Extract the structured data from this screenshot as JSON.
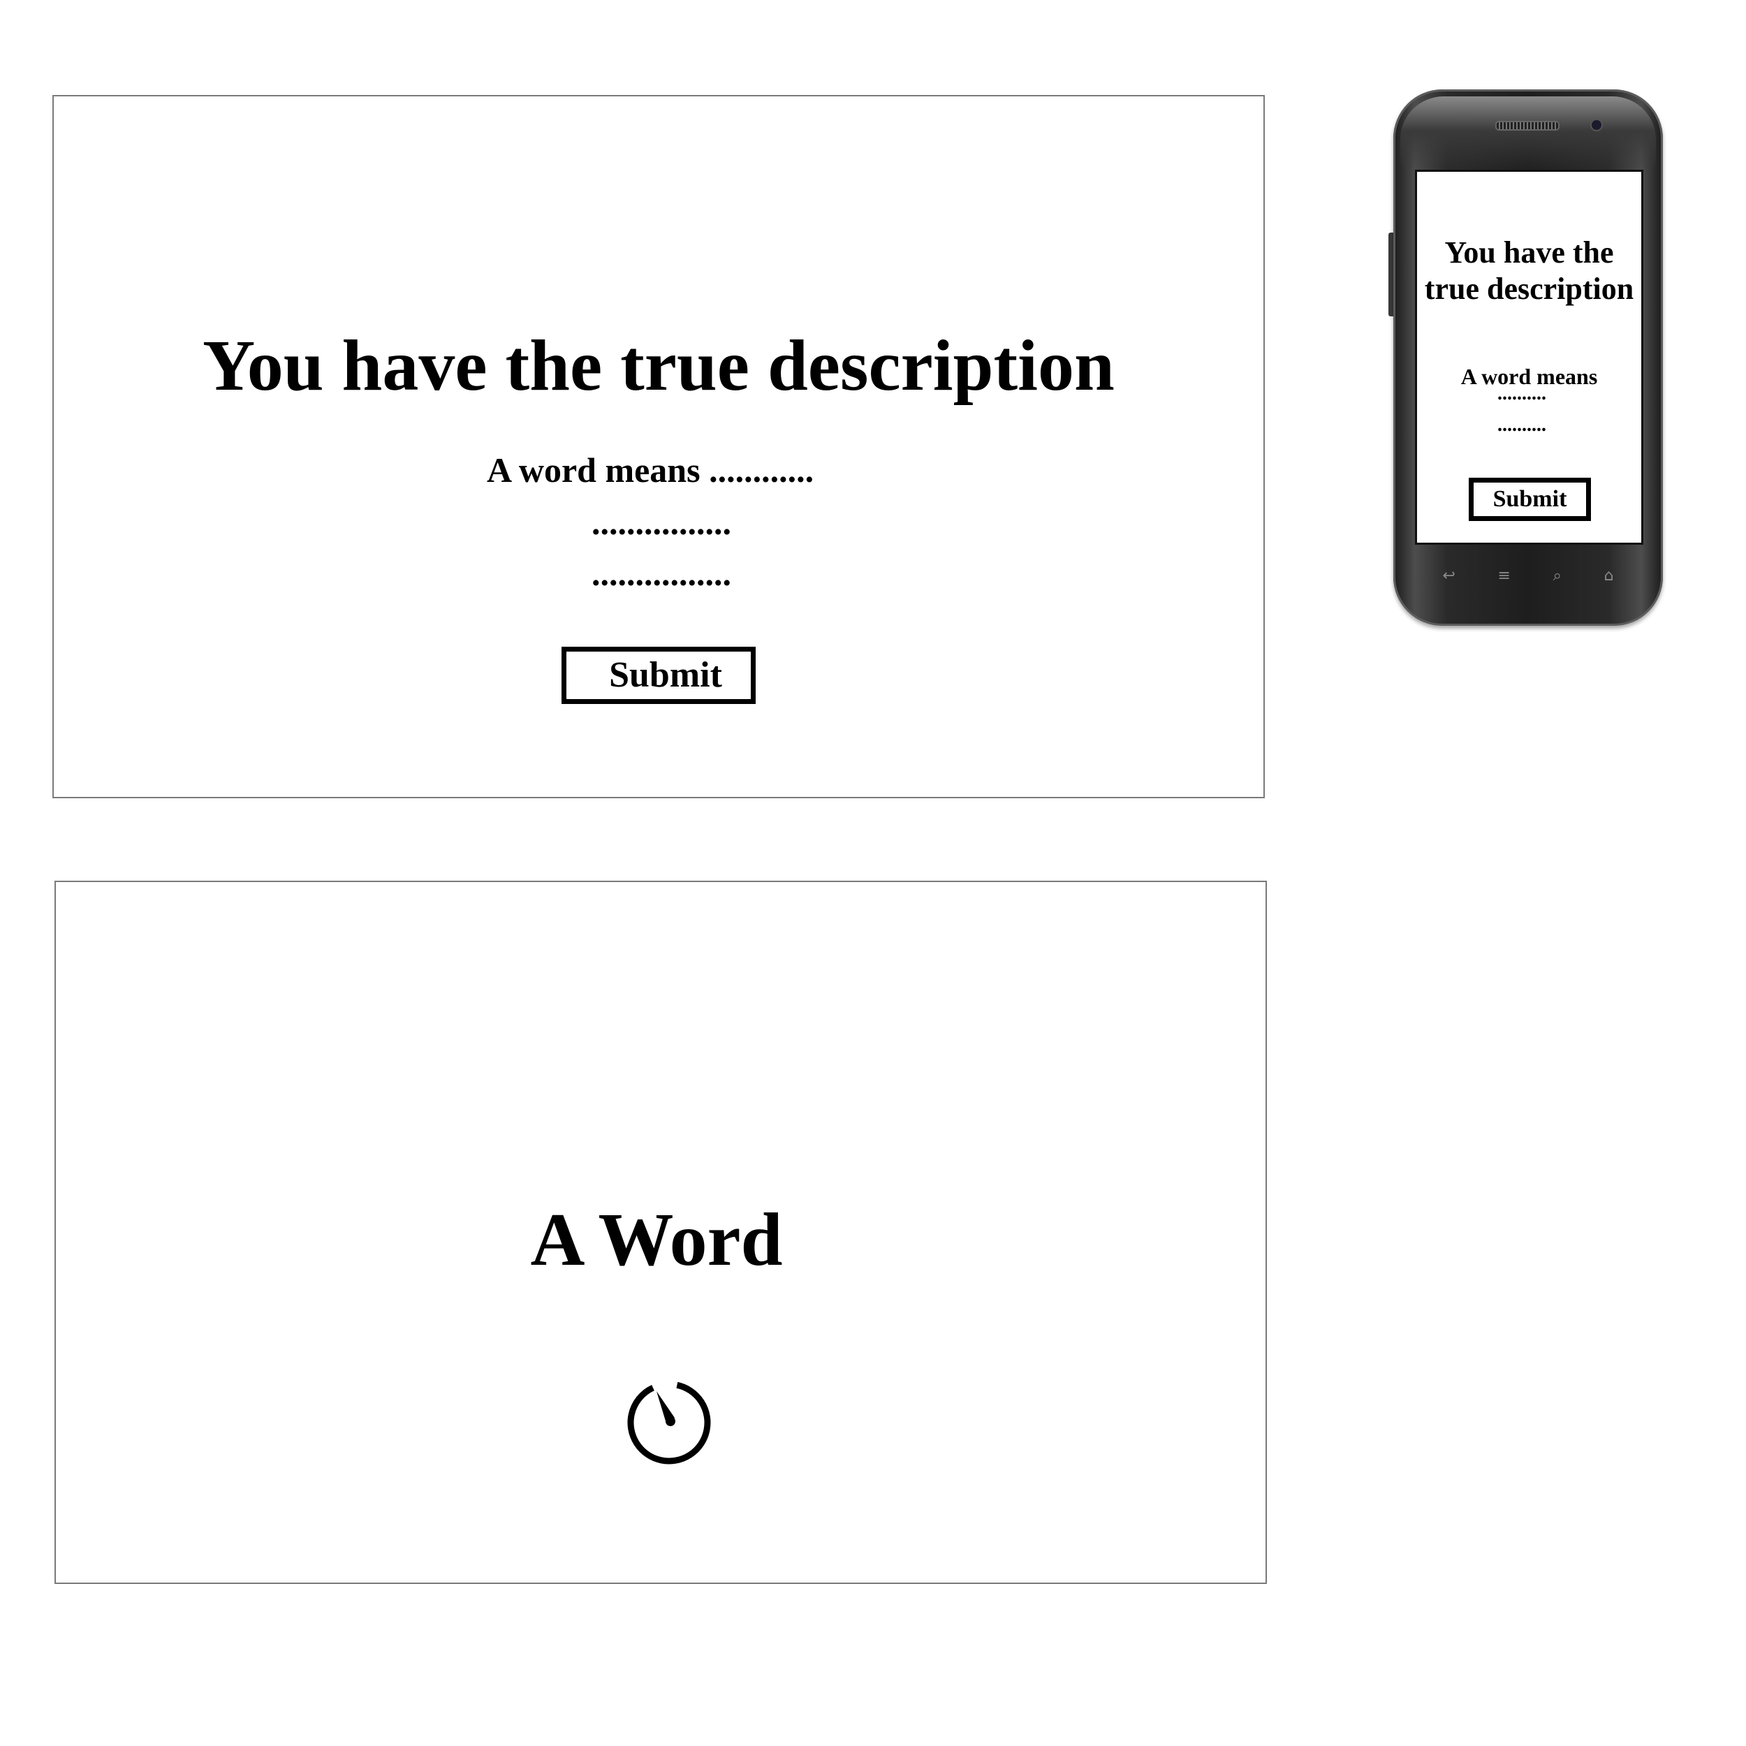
{
  "desktop_form": {
    "title": "You have the true description",
    "prompt": "A word means ............",
    "dots_line_1": "................",
    "dots_line_2": "................",
    "submit_label": "Submit"
  },
  "desktop_word": {
    "word": "A Word",
    "timer_icon": "timer-icon"
  },
  "mobile_form": {
    "title_line_1": "You have the",
    "title_line_2": "true description",
    "prompt": "A word means",
    "dots_line_1": "..........",
    "dots_line_2": "..........",
    "submit_label": "Submit",
    "nav_icons": [
      "back-icon",
      "menu-icon",
      "search-icon",
      "home-icon"
    ]
  }
}
